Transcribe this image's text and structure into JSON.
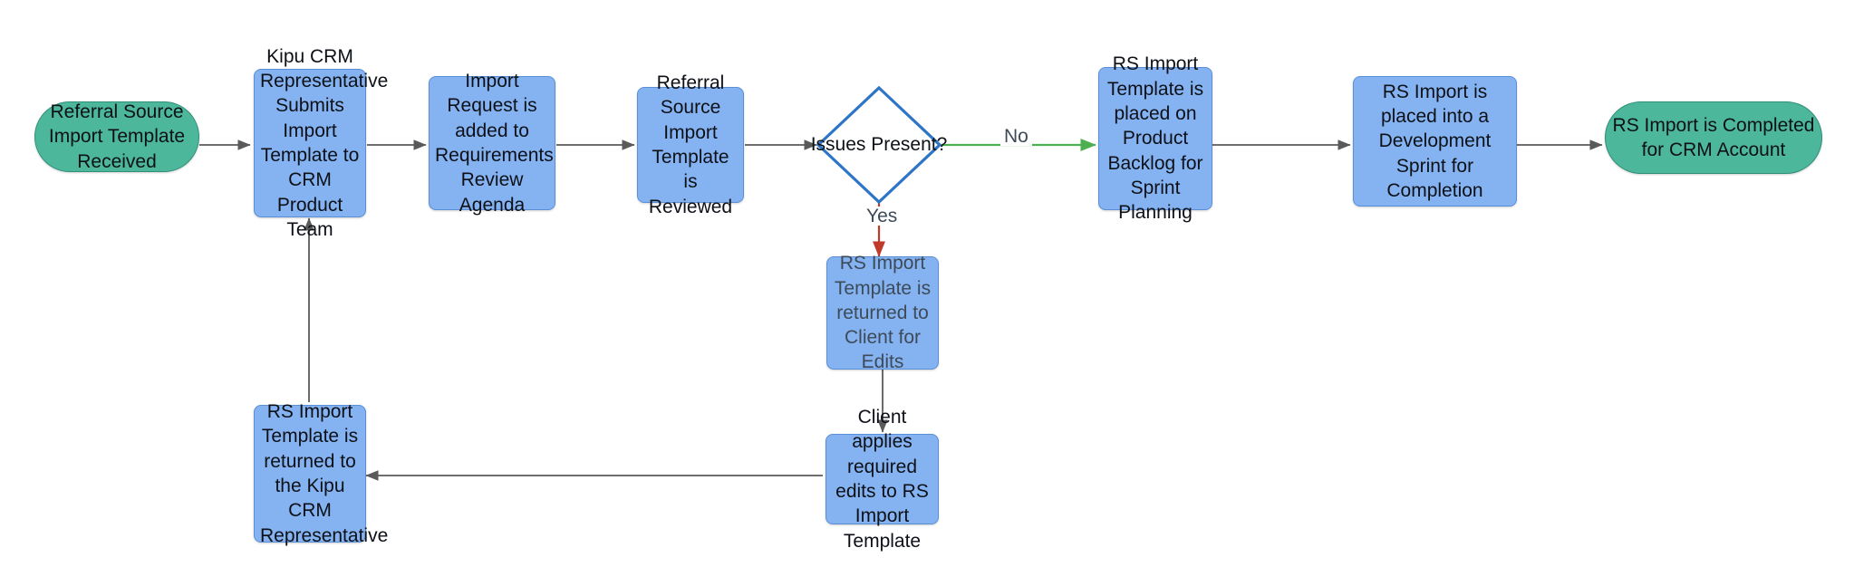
{
  "diagram": {
    "type": "flowchart",
    "title": "Referral Source Import Template Process",
    "orientation": "left-to-right with feedback loop",
    "colors": {
      "terminator_fill": "#4CB79A",
      "terminator_border": "#2F8F77",
      "process_fill": "#85B3F2",
      "process_border": "#5A8FD6",
      "decision_fill": "#FFFFFF",
      "decision_border": "#2E75C7",
      "edge_default": "#5A5A5A",
      "edge_yes": "#C0392B",
      "edge_no": "#4CAF50",
      "text": "#0D1117",
      "text_muted": "#3D4A57",
      "background": "#FFFFFF"
    },
    "nodes": [
      {
        "id": "start",
        "shape": "terminator",
        "label": "Referral Source Import Template Received"
      },
      {
        "id": "submit",
        "shape": "process",
        "label": "Kipu CRM Representative Submits Import Template to CRM Product Team"
      },
      {
        "id": "agenda",
        "shape": "process",
        "label": "Import Request is added to Requirements Review Agenda"
      },
      {
        "id": "reviewed",
        "shape": "process",
        "label": "Referral Source Import Template is Reviewed"
      },
      {
        "id": "issues",
        "shape": "decision",
        "label": "Issues Present?"
      },
      {
        "id": "backlog",
        "shape": "process",
        "label": "RS Import Template is placed on Product Backlog for Sprint Planning"
      },
      {
        "id": "sprint",
        "shape": "process",
        "label": "RS Import is placed into a Development Sprint for Completion"
      },
      {
        "id": "end",
        "shape": "terminator",
        "label": "RS Import is Completed for CRM Account"
      },
      {
        "id": "returnclient",
        "shape": "process",
        "label": "RS Import Template is returned to Client for Edits"
      },
      {
        "id": "clientedits",
        "shape": "process",
        "label": "Client applies required edits to RS Import Template"
      },
      {
        "id": "returnkipu",
        "shape": "process",
        "label": "RS Import Template is returned to the Kipu CRM Representative"
      }
    ],
    "edges": [
      {
        "from": "start",
        "to": "submit",
        "label": "",
        "color": "#5A5A5A"
      },
      {
        "from": "submit",
        "to": "agenda",
        "label": "",
        "color": "#5A5A5A"
      },
      {
        "from": "agenda",
        "to": "reviewed",
        "label": "",
        "color": "#5A5A5A"
      },
      {
        "from": "reviewed",
        "to": "issues",
        "label": "",
        "color": "#5A5A5A"
      },
      {
        "from": "issues",
        "to": "backlog",
        "label": "No",
        "color": "#4CAF50"
      },
      {
        "from": "issues",
        "to": "returnclient",
        "label": "Yes",
        "color": "#C0392B"
      },
      {
        "from": "backlog",
        "to": "sprint",
        "label": "",
        "color": "#5A5A5A"
      },
      {
        "from": "sprint",
        "to": "end",
        "label": "",
        "color": "#5A5A5A"
      },
      {
        "from": "returnclient",
        "to": "clientedits",
        "label": "",
        "color": "#5A5A5A"
      },
      {
        "from": "clientedits",
        "to": "returnkipu",
        "label": "",
        "color": "#5A5A5A"
      },
      {
        "from": "returnkipu",
        "to": "submit",
        "label": "",
        "color": "#5A5A5A"
      }
    ],
    "edge_labels": {
      "yes": "Yes",
      "no": "No"
    }
  }
}
